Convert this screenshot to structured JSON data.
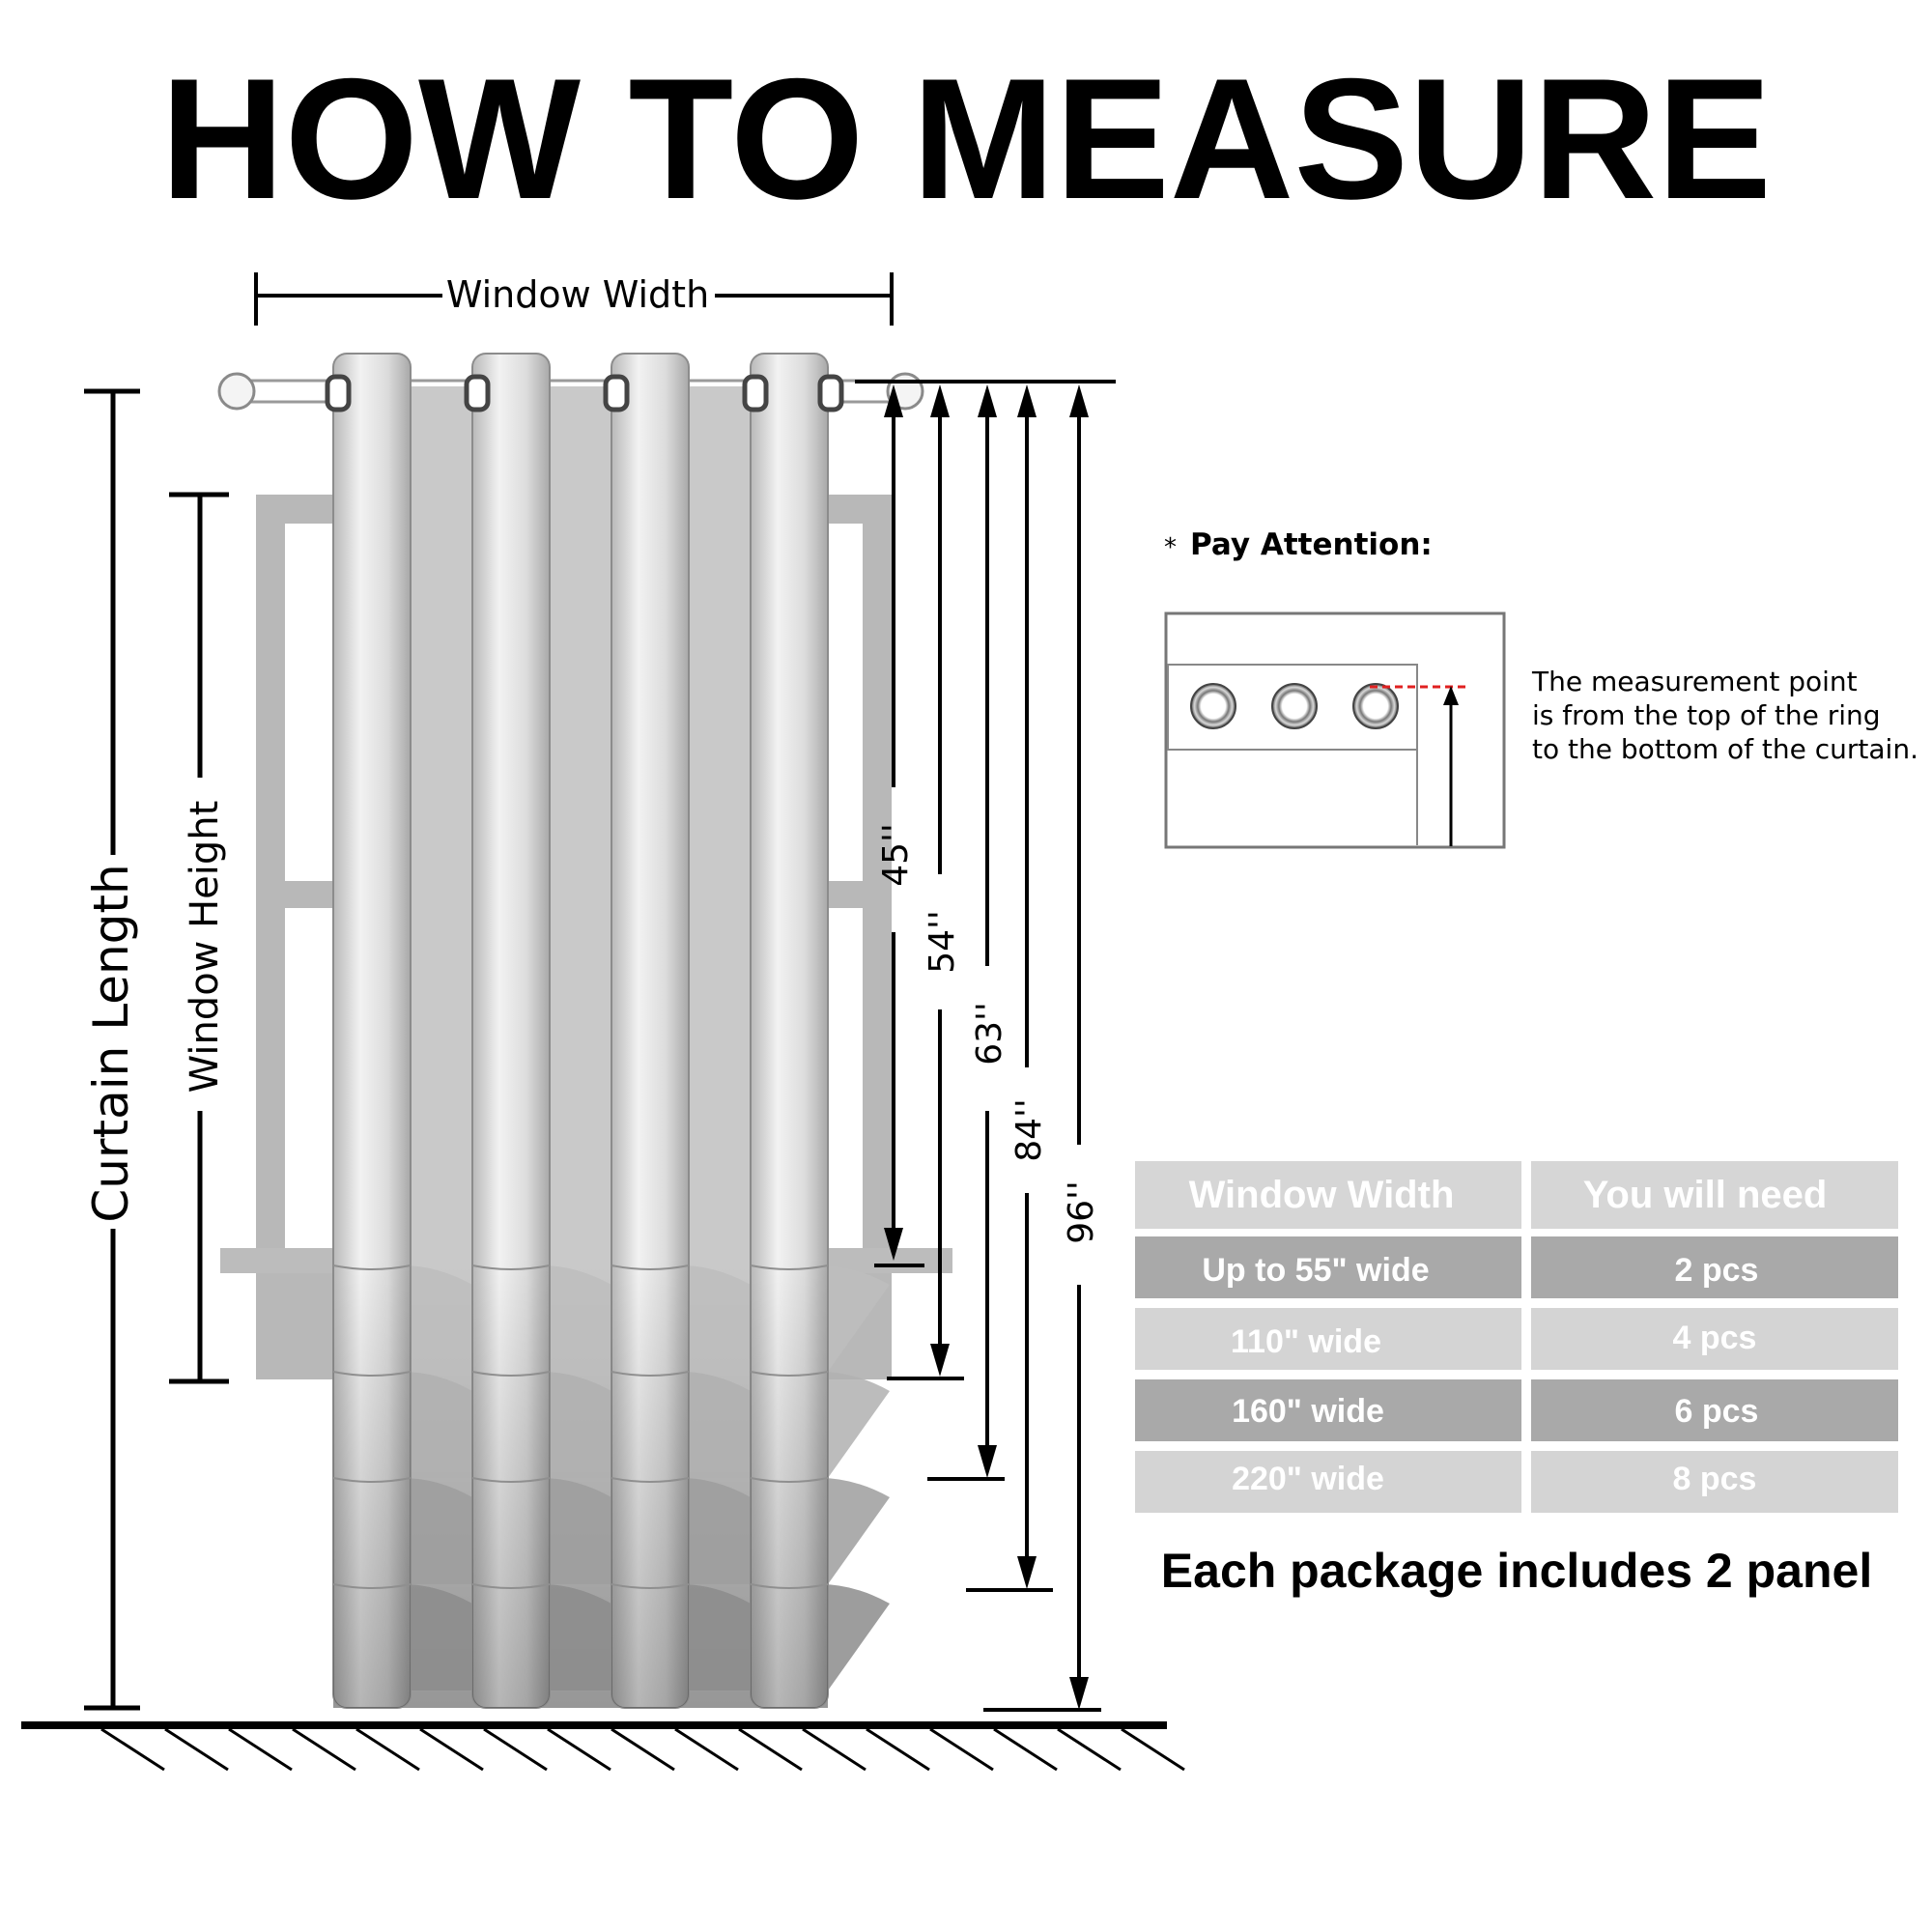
{
  "title": "HOW TO MEASURE",
  "window_width_label": "Window Width",
  "curtain_length_label": "Curtain Length",
  "window_height_label": "Window Height",
  "lengths": [
    "45''",
    "54''",
    "63''",
    "84''",
    "96''"
  ],
  "pay_attention": {
    "heading": "Pay Attention:",
    "note_lines": [
      "The measurement point",
      "is from the top of the ring",
      "to the bottom of the curtain."
    ]
  },
  "table": {
    "headers": [
      "Window Width",
      "You will need"
    ],
    "rows": [
      {
        "width": "Up to 55\" wide",
        "need": "2 pcs"
      },
      {
        "width": "110\" wide",
        "need": "4 pcs"
      },
      {
        "width": "160\" wide",
        "need": "6 pcs"
      },
      {
        "width": "220\" wide",
        "need": "8 pcs"
      }
    ]
  },
  "footer_note": "Each package includes 2 panel",
  "colors": {
    "text": "#000000",
    "frame": "#b3b3b3",
    "panel_light": "#eaeaea",
    "panel_mid": "#c6c6c6",
    "panel_dark": "#7a7a7a",
    "table_dark_row": "#a9a9a9",
    "table_light_row": "#d4d4d4",
    "table_text": "#ffffff",
    "marker": "#e02020"
  }
}
